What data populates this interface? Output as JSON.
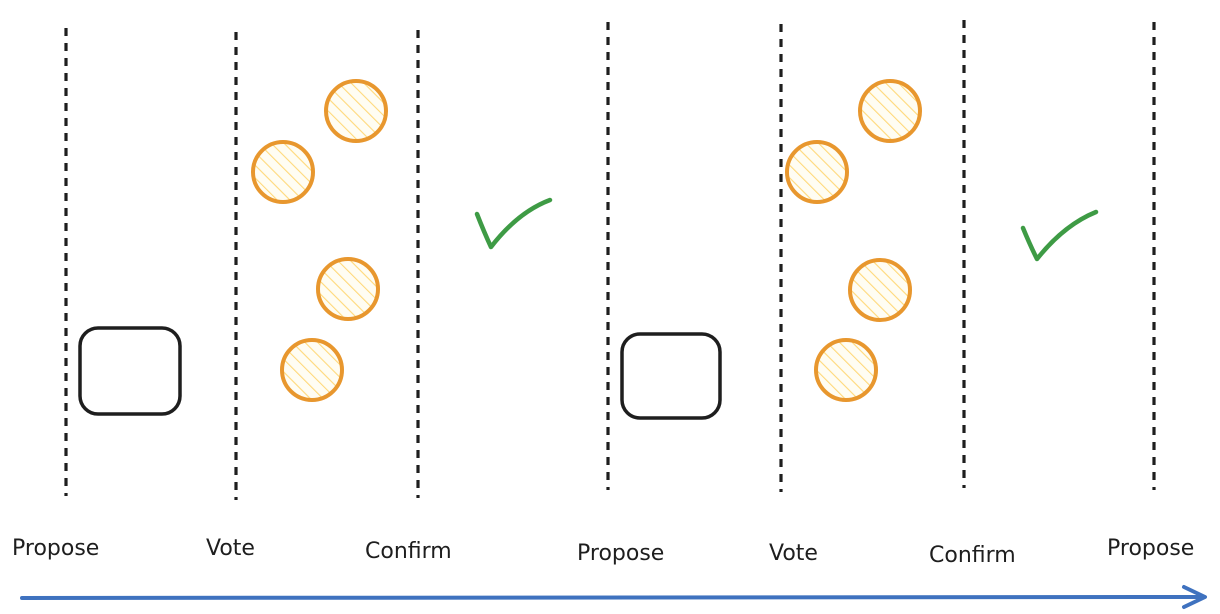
{
  "labels": {
    "round1": {
      "propose": "Propose",
      "vote": "Vote",
      "confirm": "Confirm"
    },
    "round2": {
      "propose": "Propose",
      "vote": "Vote",
      "confirm": "Confirm"
    },
    "next": {
      "propose": "Propose"
    }
  },
  "colors": {
    "divider": "#1e1e1e",
    "proposal_box": "#1e1e1e",
    "vote_stroke": "#e8972e",
    "vote_fill": "#ffe8a3",
    "check": "#3e9b45",
    "timeline_arrow": "#3f72bf"
  },
  "icons": {
    "proposal": "proposal-box",
    "vote": "vote-circle",
    "confirmation": "check-mark-icon",
    "timeline": "arrow-right-icon"
  }
}
